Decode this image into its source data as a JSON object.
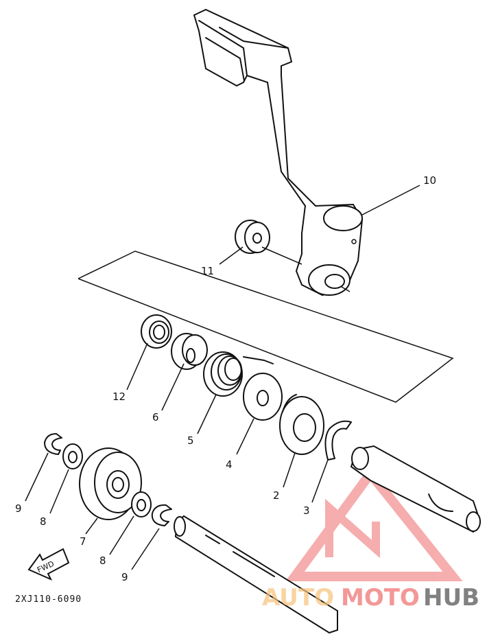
{
  "callouts": {
    "c1": "10",
    "c2": "11",
    "c3": "12",
    "c4": "6",
    "c5": "5",
    "c6": "4",
    "c7": "2",
    "c8": "3",
    "c9": "9",
    "c10": "8",
    "c11": "7",
    "c12": "8",
    "c13": "9"
  },
  "fwd_label": "FWD",
  "drawing_code": "2XJ110-6090",
  "watermark": {
    "part1": "AUTO",
    "part2": "MOTO",
    "part3": "HUB",
    "color_primary": "#f08a8a",
    "color_secondary": "#f6c178",
    "color_tertiary": "#6b6b6b"
  }
}
